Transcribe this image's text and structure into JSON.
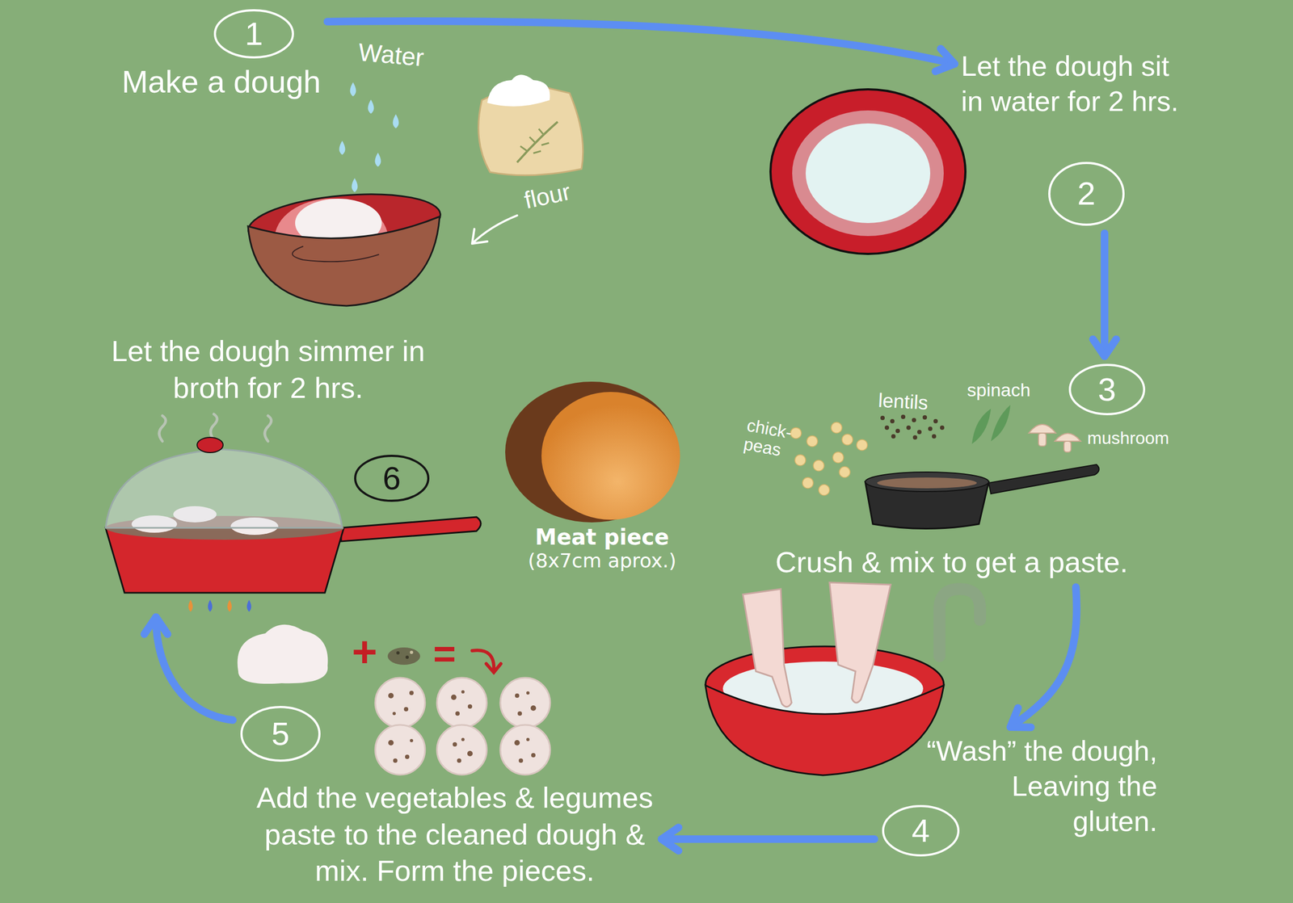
{
  "diagram": {
    "nodes": [
      {
        "text": [
          "1",
          "Make a dough"
        ]
      },
      {
        "text": [
          "2",
          "Let the dough sit in water for 2 hrs."
        ]
      },
      {
        "text": [
          "3",
          "Crush & mix to get a paste."
        ]
      },
      {
        "text": [
          "4",
          "“Wash” the dough, Leaving the gluten."
        ]
      },
      {
        "text": [
          "5",
          "Add the vegetables & legumes paste to the cleaned dough & mix. Form the pieces."
        ]
      },
      {
        "text": [
          "6",
          "Let the dough simmer in broth for 2 hrs."
        ]
      }
    ],
    "edges": [
      {
        "from": 0,
        "to": 1,
        "arrow": "to"
      },
      {
        "from": 1,
        "to": 2,
        "arrow": "to"
      },
      {
        "from": 2,
        "to": 3,
        "arrow": "to"
      },
      {
        "from": 3,
        "to": 4,
        "arrow": "to"
      },
      {
        "from": 4,
        "to": 5,
        "arrow": "to"
      }
    ],
    "labels": [
      "Water",
      "flour",
      "chick- peas",
      "lentils",
      "spinach",
      "mushroom",
      "Meat piece",
      "(8x7cm aprox.)",
      "+",
      "="
    ]
  }
}
